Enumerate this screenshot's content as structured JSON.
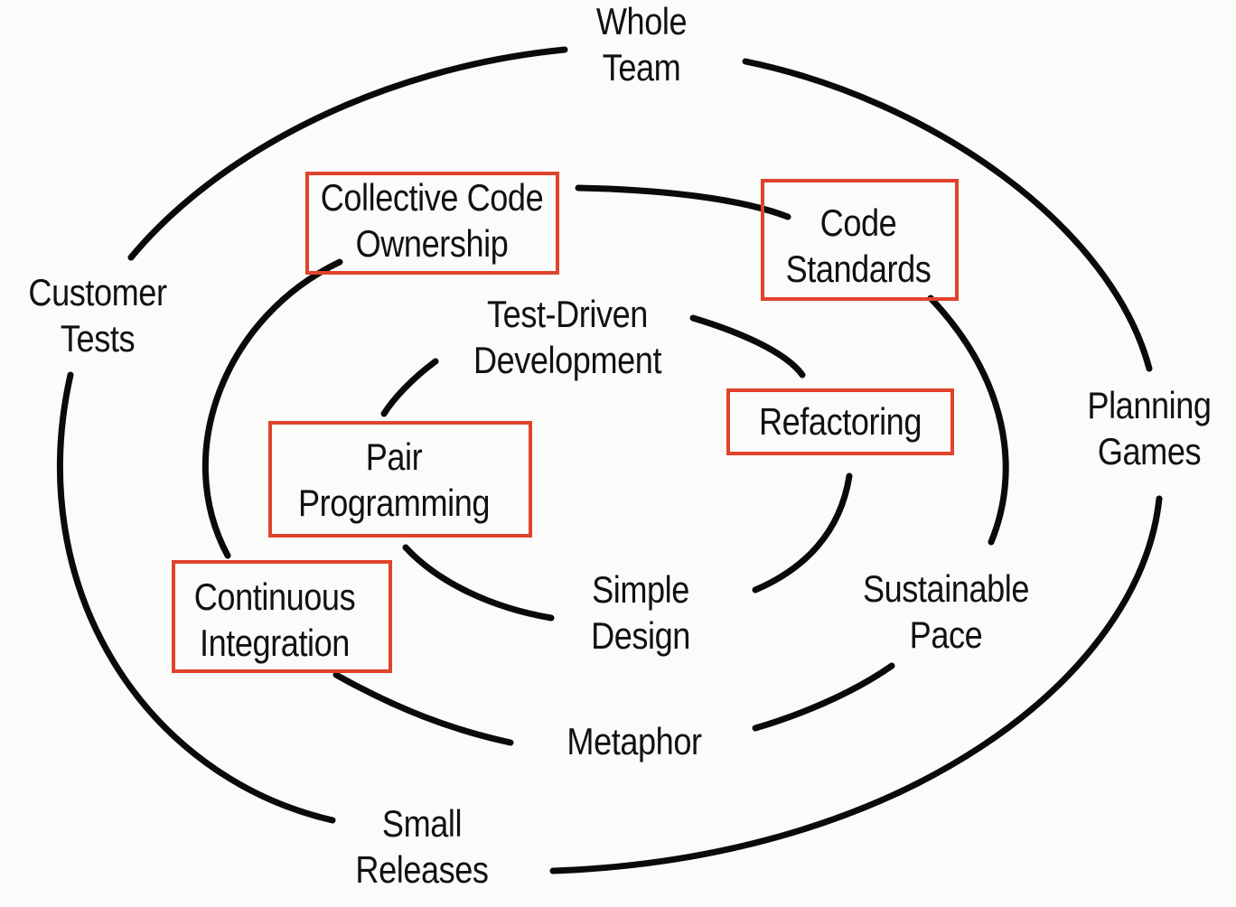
{
  "diagram": {
    "highlight_color": "#e0432b",
    "line_color": "#0a0a0a",
    "outer_ring": {
      "whole_team": [
        "Whole",
        "Team"
      ],
      "customer_tests": [
        "Customer",
        "Tests"
      ],
      "planning_games": [
        "Planning",
        "Games"
      ],
      "small_releases": [
        "Small",
        "Releases"
      ]
    },
    "middle_ring": {
      "collective_code_ownership": [
        "Collective Code",
        "Ownership"
      ],
      "code_standards": [
        "Code",
        "Standards"
      ],
      "continuous_integration": [
        "Continuous",
        "Integration"
      ],
      "sustainable_pace": [
        "Sustainable",
        "Pace"
      ],
      "metaphor": [
        "Metaphor"
      ]
    },
    "inner_ring": {
      "test_driven_development": [
        "Test-Driven",
        "Development"
      ],
      "refactoring": [
        "Refactoring"
      ],
      "pair_programming": [
        "Pair",
        "Programming"
      ],
      "simple_design": [
        "Simple",
        "Design"
      ]
    }
  }
}
